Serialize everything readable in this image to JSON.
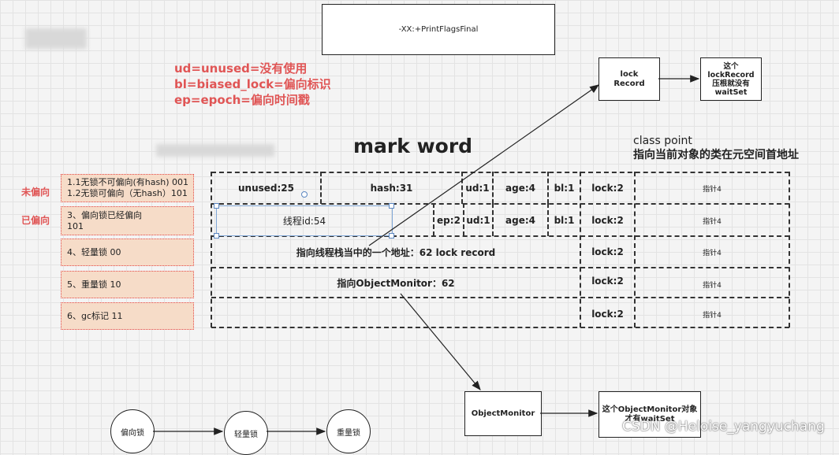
{
  "top_box": {
    "text": "-XX:+PrintFlagsFinal"
  },
  "legend": {
    "ud": "ud=unused=没有使用",
    "bl": "bl=biased_lock=偏向标识",
    "ep": "ep=epoch=偏向时间戳"
  },
  "lock_record_box": {
    "line1": "lock",
    "line2": "Record"
  },
  "lock_record_note": {
    "line1": "这个",
    "line2": "lockRecord",
    "line3": "压根就没有",
    "line4": "waitSet"
  },
  "title": "mark word",
  "class_point": {
    "line1": "class point",
    "line2": "指向当前对象的类在元空间首地址"
  },
  "side_labels": {
    "unbiased": "未偏向",
    "biased": "已偏向"
  },
  "states": [
    {
      "line1": "1.1无锁不可偏向(有hash) 001",
      "line2": "1.2无锁可偏向（无hash）101"
    },
    {
      "line1": "3、偏向锁已经偏向",
      "line2": "101"
    },
    {
      "line1": "4、轻量锁 00",
      "line2": ""
    },
    {
      "line1": "5、重量锁 10",
      "line2": ""
    },
    {
      "line1": "6、gc标记 11",
      "line2": ""
    }
  ],
  "row1": {
    "unused": "unused:25",
    "hash": "hash:31",
    "ud": "ud:1",
    "age": "age:4",
    "bl": "bl:1",
    "lock": "lock:2",
    "ptr": "指针4"
  },
  "row2": {
    "thread": "线程id:54",
    "ep": "ep:2",
    "ud": "ud:1",
    "age": "age:4",
    "bl": "bl:1",
    "lock": "lock:2",
    "ptr": "指针4"
  },
  "row3": {
    "text": "指向线程栈当中的一个地址：62   lock record",
    "lock": "lock:2",
    "ptr": "指针4"
  },
  "row4": {
    "text": "指向ObjectMonitor：62",
    "lock": "lock:2",
    "ptr": "指针4"
  },
  "row5": {
    "lock": "lock:2",
    "ptr": "指针4"
  },
  "object_monitor": {
    "text": "ObjectMonitor"
  },
  "object_monitor_note": {
    "line1": "这个ObjectMonitor对象",
    "line2": "才有waitSet"
  },
  "flow": {
    "biased": "偏向锁",
    "light": "轻量锁",
    "heavy": "重量锁"
  },
  "watermark": "CSDN @Heloise_yangyuchang"
}
